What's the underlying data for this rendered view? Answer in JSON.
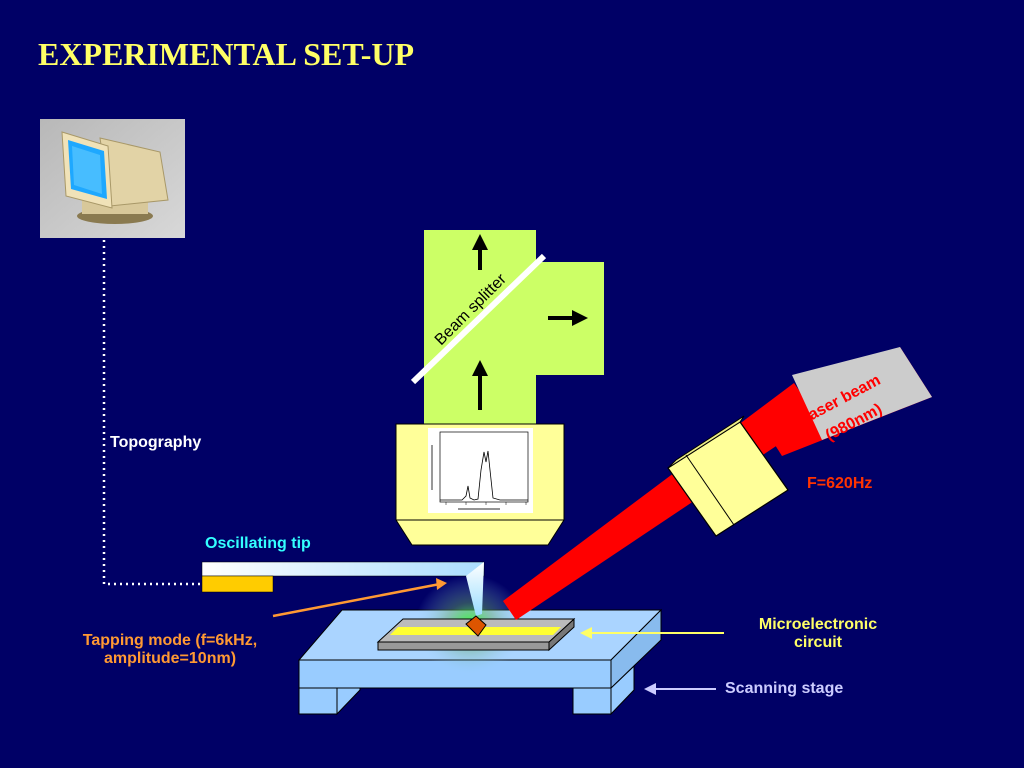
{
  "slide": {
    "title": "EXPERIMENTAL SET-UP",
    "colors": {
      "background": "#000066",
      "title": "#ffff66",
      "green_block": "#ccff66",
      "laser": "#ff0000",
      "laser_head": "#ffff99",
      "stage": "#99ccff",
      "orange_label": "#ff9933",
      "cyan_label": "#33ffff",
      "lavender_label": "#ccccff"
    }
  },
  "labels": {
    "topography": "Topography",
    "oscillating_tip": "Oscillating tip",
    "tapping_mode_line1": "Tapping mode (f=6kHz,",
    "tapping_mode_line2": "amplitude=10nm)",
    "microelectronic_line1": "Microelectronic",
    "microelectronic_line2": "circuit",
    "scanning_stage": "Scanning stage",
    "beam_splitter": "Beam splitter",
    "laser_beam_line1": "Laser beam",
    "laser_beam_line2": "(980nm)",
    "frequency": "F=620Hz"
  },
  "icons": {
    "computer": "computer-monitor-icon",
    "arrows": [
      "arrow-up-icon",
      "arrow-up-icon",
      "arrow-right-icon"
    ]
  }
}
